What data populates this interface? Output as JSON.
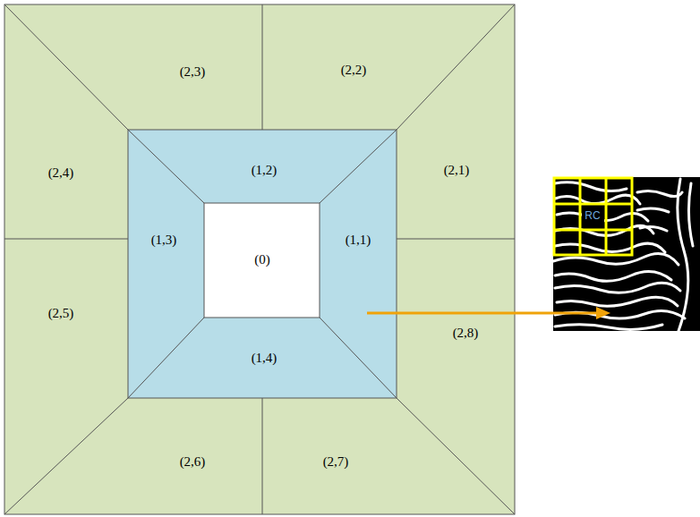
{
  "diagram": {
    "labels": [
      "(2,3)",
      "(2,2)",
      "(2,4)",
      "(1,2)",
      "(2,1)",
      "(1,3)",
      "(0)",
      "(1,1)",
      "(2,5)",
      "(1,4)",
      "(2,8)",
      "(2,6)",
      "(2,7)",
      "RC"
    ]
  }
}
